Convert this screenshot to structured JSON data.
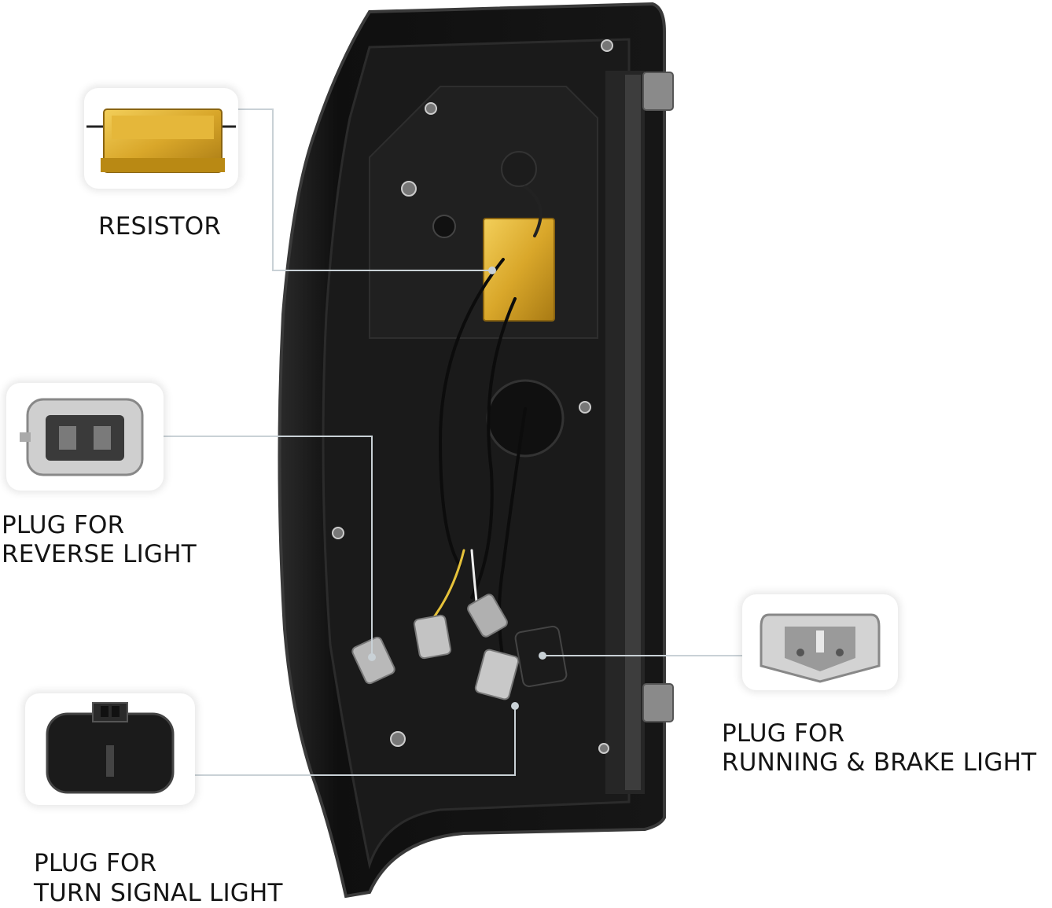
{
  "colors": {
    "housing": "#121212",
    "housing_edge": "#3a3a3a",
    "resistor_gold": "#d9a72a",
    "connector_grey": "#b9b9b9",
    "connector_black": "#1b1b1b",
    "callout_line": "#c9d1d6"
  },
  "callouts": {
    "resistor": {
      "label": "RESISTOR",
      "image": "resistor-photo"
    },
    "reverse": {
      "line1": "PLUG FOR",
      "line2": "REVERSE LIGHT",
      "image": "grey-two-pin-plug-photo"
    },
    "running": {
      "line1": "PLUG FOR",
      "line2": "RUNNING & BRAKE LIGHT",
      "image": "grey-three-pin-plug-photo"
    },
    "turn": {
      "line1": "PLUG FOR",
      "line2": "TURN SIGNAL LIGHT",
      "image": "black-two-pin-plug-photo"
    }
  }
}
